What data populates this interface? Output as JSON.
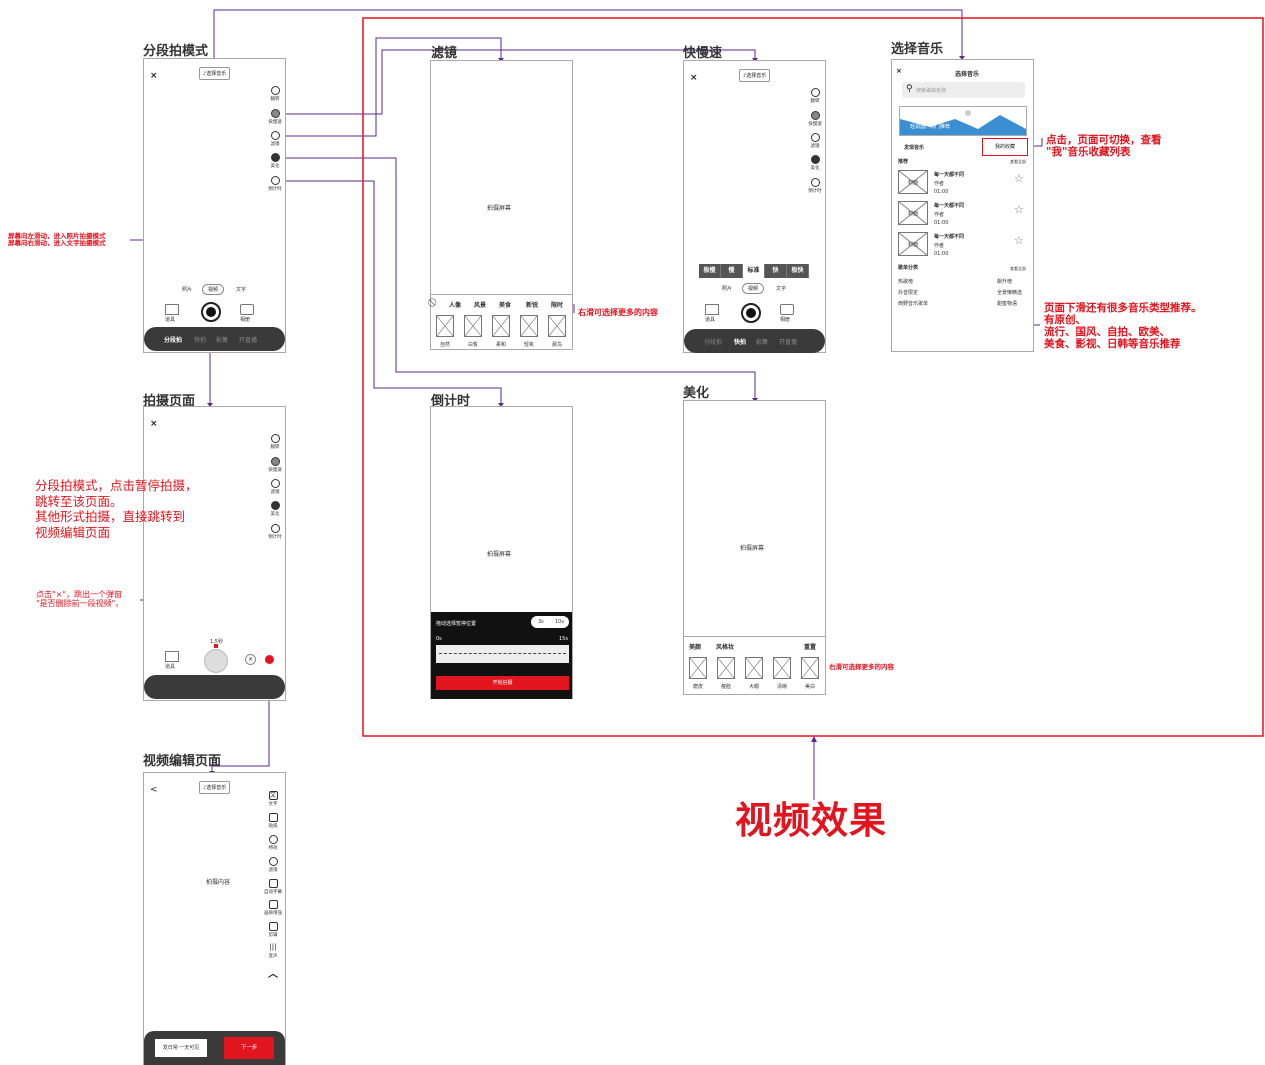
{
  "colors": {
    "accent": "#e2141e",
    "connector": "#5b2a8c",
    "dark_bar": "#3a3a3a"
  },
  "titles": {
    "segment": "分段拍模式",
    "shoot": "拍摄页面",
    "edit": "视频编辑页面",
    "filter": "滤镜",
    "speed": "快慢速",
    "music": "选择音乐",
    "countdown": "倒计时",
    "beauty": "美化"
  },
  "effects_label": "视频效果",
  "sidebar": {
    "flip": "翻转",
    "speed": "快慢速",
    "filter": "滤镜",
    "beauty": "美化",
    "timer": "倒计时"
  },
  "common": {
    "choose_music": "选择音乐",
    "photo": "照片",
    "video": "视频",
    "text": "文字",
    "props": "道具",
    "album": "相册",
    "shoot_screen": "拍摄屏幕",
    "close": "×"
  },
  "modes": {
    "segment": "分段拍",
    "fast": "快拍",
    "movie": "影集",
    "live": "开直播"
  },
  "annotations": {
    "swipe": "屏幕向左滑动，进入照片拍摄模式\n屏幕向右滑动，进入文字拍摄模式",
    "pause": "分段拍模式，点击暂停拍摄，\n跳转至该页面。\n其他形式拍摄，直接跳转到\n视频编辑页面",
    "delete": "点击\"×\"，跳出一个弹窗\n\"是否删除前一段视频\"。",
    "swipe_more": "右滑可选择更多的内容",
    "swipe_more_beauty": "右滑可选择更多的内容",
    "favorite": "点击，页面可切换，查看\n\"我\"音乐收藏列表",
    "music_more": "页面下滑还有很多音乐类型推荐。\n有原创、\n流行、国风、自拍、欧美、\n美食、影视、日韩等音乐推荐"
  },
  "shoot_page": {
    "time": "1.5秒"
  },
  "edit_page": {
    "back": "<",
    "content": "拍摄内容",
    "tools": [
      "文字",
      "贴纸",
      "特效",
      "滤镜",
      "自动字幕",
      "画质增强",
      "剪辑",
      "变声"
    ],
    "caption_input": "发日常·一天可见",
    "next": "下一步"
  },
  "filter_page": {
    "cats": [
      "人像",
      "风景",
      "美食",
      "新锐",
      "限时"
    ],
    "items": [
      "自然",
      "白皙",
      "柔和",
      "轻氧",
      "晨鸟"
    ]
  },
  "speed_page": {
    "speeds": [
      "极慢",
      "慢",
      "标准",
      "快",
      "极快"
    ]
  },
  "music_page": {
    "header": "选择音乐",
    "search": "搜索歌曲名称",
    "banner": "轻调酒、热门推荐",
    "discover": "发现音乐",
    "my_fav": "我的收藏",
    "recommend": "推荐",
    "view_all": "查看全部",
    "songs": [
      {
        "cover": "封面",
        "title": "每一天都不同",
        "artist": "作者",
        "dur": "01:00"
      },
      {
        "cover": "封面",
        "title": "每一天都不同",
        "artist": "作者",
        "dur": "01:00"
      },
      {
        "cover": "封面",
        "title": "每一天都不同",
        "artist": "作者",
        "dur": "01:00"
      }
    ],
    "playlist_cat": "歌单分类",
    "view_all2": "查看全部",
    "cats_left": [
      "热歌榜",
      "抖音限定",
      "西野音乐歌单"
    ],
    "cats_right": [
      "飙升榜",
      "全景懒精选",
      "甜蜜物语"
    ]
  },
  "countdown_page": {
    "drag_hint": "拖动选择暂停位置",
    "opt1": "3s",
    "opt2": "10s",
    "start": "0s",
    "end": "15s",
    "go": "开始拍摄"
  },
  "beauty_page": {
    "tabs": [
      "美颜",
      "风格妆"
    ],
    "reset": "重置",
    "items": [
      "磨皮",
      "瘦脸",
      "大眼",
      "清晰",
      "美白"
    ]
  }
}
